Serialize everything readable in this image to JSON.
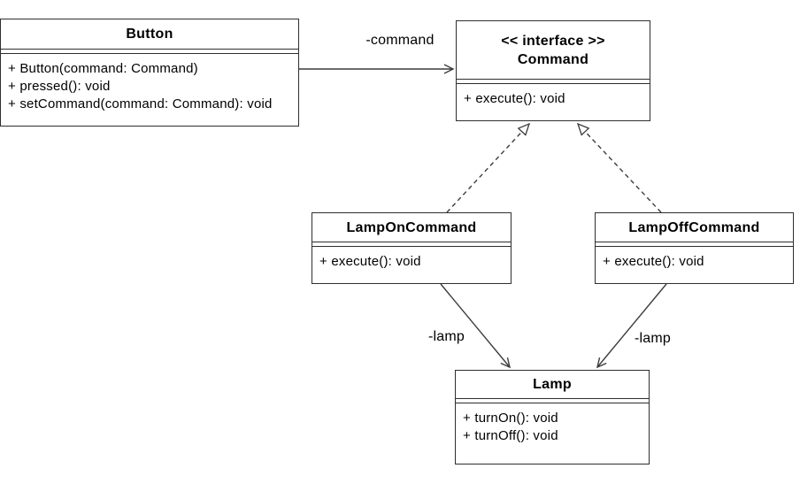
{
  "diagram": {
    "type": "uml-class-diagram",
    "pattern": "Command",
    "background_color": "#ffffff",
    "line_color": "#3c3c3c",
    "box_border_color": "#2e2e2e",
    "text_color": "#000000"
  },
  "classes": {
    "button": {
      "name": "Button",
      "methods": [
        "+ Button(command: Command)",
        "+ pressed(): void",
        "+ setCommand(command: Command): void"
      ]
    },
    "command": {
      "stereotype": "<< interface >>",
      "name": "Command",
      "methods": [
        "+ execute(): void"
      ]
    },
    "lamp_on_command": {
      "name": "LampOnCommand",
      "methods": [
        "+ execute(): void"
      ]
    },
    "lamp_off_command": {
      "name": "LampOffCommand",
      "methods": [
        "+ execute(): void"
      ]
    },
    "lamp": {
      "name": "Lamp",
      "methods": [
        "+ turnOn(): void",
        "+ turnOff(): void"
      ]
    }
  },
  "edges": {
    "button_to_command": {
      "type": "directed-association",
      "from": "Button",
      "to": "Command",
      "label": "-command"
    },
    "lamp_on_to_command": {
      "type": "realization",
      "from": "LampOnCommand",
      "to": "Command"
    },
    "lamp_off_to_command": {
      "type": "realization",
      "from": "LampOffCommand",
      "to": "Command"
    },
    "lamp_on_to_lamp": {
      "type": "directed-association",
      "from": "LampOnCommand",
      "to": "Lamp",
      "label": "-lamp"
    },
    "lamp_off_to_lamp": {
      "type": "directed-association",
      "from": "LampOffCommand",
      "to": "Lamp",
      "label": "-lamp"
    }
  }
}
